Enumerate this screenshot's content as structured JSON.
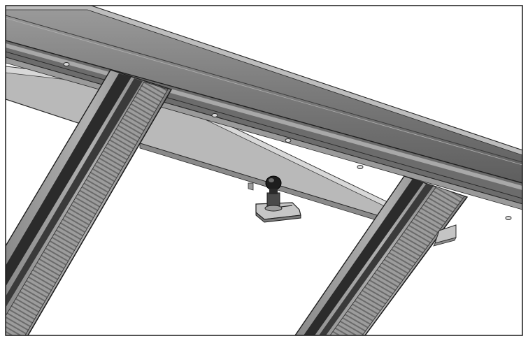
{
  "figure": {
    "label": "",
    "colors": {
      "background": "#ffffff",
      "frame": "#1a1a1a",
      "rail_top": "#8c8c8c",
      "rail_face": "#6e6e6e",
      "rail_dark": "#3a3a3a",
      "rail_light": "#c8c8c8",
      "plate": "#b4b4b4",
      "plate_light": "#dcdcdc",
      "slat": "#9a9a9a",
      "slat_dark": "#2b2b2b",
      "knob": "#1e1e1e"
    },
    "parts": [
      {
        "name": "crossbar-rail",
        "icon": "rail-shape"
      },
      {
        "name": "mounting-plate",
        "icon": "plate-shape"
      },
      {
        "name": "slat-left",
        "icon": "slat-shape"
      },
      {
        "name": "slat-right",
        "icon": "slat-shape"
      },
      {
        "name": "adjustment-knob",
        "icon": "knob-shape"
      },
      {
        "name": "bracket-tab",
        "icon": "tab-shape"
      }
    ]
  }
}
